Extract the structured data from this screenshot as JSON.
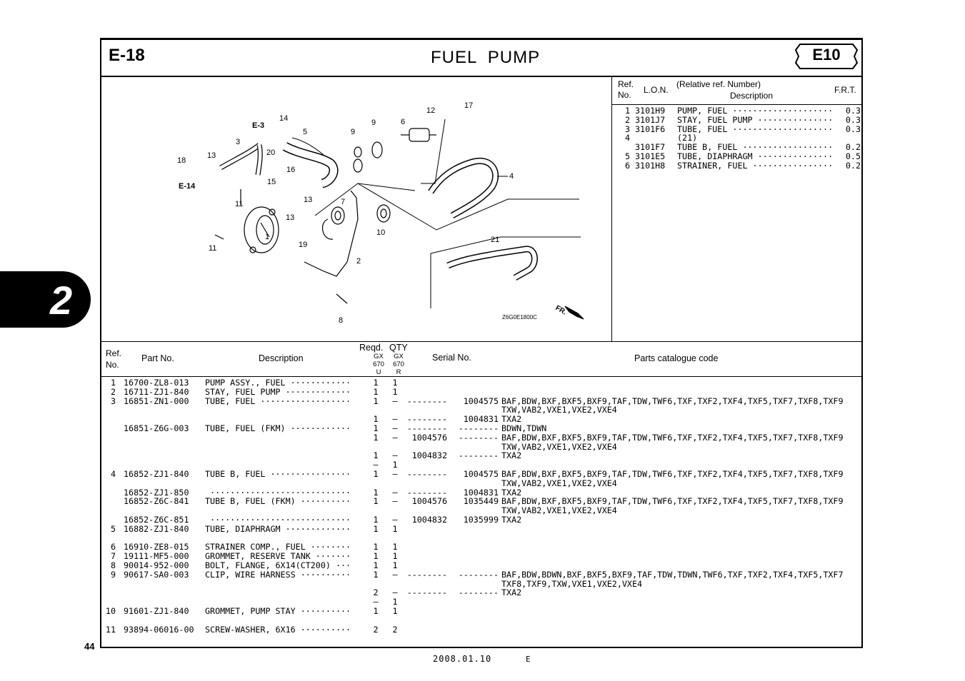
{
  "header": {
    "page_code": "E-18",
    "title": "FUEL  PUMP",
    "section": "E10"
  },
  "side_tab": "2",
  "page_number": "44",
  "footer": {
    "date": "2008.01.10",
    "code": "E"
  },
  "diagram": {
    "image_code": "Z6G0E1800C",
    "direction_label": "FR.",
    "ref_labels": {
      "e3": "E-3",
      "e14": "E-14"
    },
    "callouts": [
      "1",
      "2",
      "3",
      "4",
      "5",
      "6",
      "7",
      "8",
      "9",
      "9",
      "10",
      "11",
      "11",
      "12",
      "13",
      "13",
      "13",
      "14",
      "15",
      "16",
      "17",
      "18",
      "19",
      "20",
      "21"
    ]
  },
  "frt_table": {
    "headers": {
      "ref_no": "Ref.\nNo.",
      "lon": "L.O.N.",
      "relative": "(Relative ref. Number)",
      "description": "Description",
      "frt": "F.R.T."
    },
    "rows": [
      {
        "ref": "1",
        "lon": "3101H9",
        "desc": "PUMP, FUEL ····················",
        "frt": "0.3"
      },
      {
        "ref": "2",
        "lon": "3101J7",
        "desc": "STAY, FUEL PUMP ···············",
        "frt": "0.3"
      },
      {
        "ref": "3",
        "lon": "3101F6",
        "desc": "TUBE, FUEL ····················",
        "frt": "0.3"
      },
      {
        "ref": "4",
        "lon": "",
        "desc": "(21)",
        "frt": ""
      },
      {
        "ref": "",
        "lon": "3101F7",
        "desc": "TUBE B, FUEL ··················",
        "frt": "0.2"
      },
      {
        "ref": "5",
        "lon": "3101E5",
        "desc": "TUBE, DIAPHRAGM ···············",
        "frt": "0.5"
      },
      {
        "ref": "6",
        "lon": "3101H8",
        "desc": "STRAINER, FUEL ················",
        "frt": "0.2"
      }
    ]
  },
  "parts_table": {
    "headers": {
      "ref_no": "Ref.\nNo.",
      "part_no": "Part  No.",
      "description": "Description",
      "reqd": "Reqd.",
      "qty": "QTY",
      "col_u": "GX\n670\nU",
      "col_r": "GX\n670\nR",
      "serial": "Serial  No.",
      "catalogue": "Parts  catalogue  code"
    },
    "rows": [
      {
        "ref": "1",
        "part": "16700-ZL8-013",
        "desc": "PUMP ASSY., FUEL ············",
        "u": "1",
        "r": "1",
        "s1": "",
        "s2": "",
        "codes": ""
      },
      {
        "ref": "2",
        "part": "16711-ZJ1-840",
        "desc": "STAY, FUEL PUMP ·············",
        "u": "1",
        "r": "1",
        "s1": "",
        "s2": "",
        "codes": ""
      },
      {
        "ref": "3",
        "part": "16851-ZN1-000",
        "desc": "TUBE, FUEL ··················",
        "u": "1",
        "r": "–",
        "s1": "--------",
        "s2": "1004575",
        "codes": "BAF,BDW,BXF,BXF5,BXF9,TAF,TDW,TWF6,TXF,TXF2,TXF4,TXF5,TXF7,TXF8,TXF9"
      },
      {
        "ref": "",
        "part": "",
        "desc": "",
        "u": "",
        "r": "",
        "s1": "",
        "s2": "",
        "codes": "TXW,VAB2,VXE1,VXE2,VXE4"
      },
      {
        "ref": "",
        "part": "",
        "desc": "",
        "u": "1",
        "r": "–",
        "s1": "--------",
        "s2": "1004831",
        "codes": "TXA2"
      },
      {
        "ref": "",
        "part": "16851-Z6G-003",
        "desc": "TUBE, FUEL (FKM) ············",
        "u": "1",
        "r": "–",
        "s1": "--------",
        "s2": "--------",
        "codes": "BDWN,TDWN"
      },
      {
        "ref": "",
        "part": "",
        "desc": "",
        "u": "1",
        "r": "–",
        "s1": "1004576",
        "s2": "--------",
        "codes": "BAF,BDW,BXF,BXF5,BXF9,TAF,TDW,TWF6,TXF,TXF2,TXF4,TXF5,TXF7,TXF8,TXF9"
      },
      {
        "ref": "",
        "part": "",
        "desc": "",
        "u": "",
        "r": "",
        "s1": "",
        "s2": "",
        "codes": "TXW,VAB2,VXE1,VXE2,VXE4"
      },
      {
        "ref": "",
        "part": "",
        "desc": "",
        "u": "1",
        "r": "–",
        "s1": "1004832",
        "s2": "--------",
        "codes": "TXA2"
      },
      {
        "ref": "",
        "part": "",
        "desc": "",
        "u": "–",
        "r": "1",
        "s1": "",
        "s2": "",
        "codes": ""
      },
      {
        "ref": "4",
        "part": "16852-ZJ1-840",
        "desc": "TUBE B, FUEL ················",
        "u": "1",
        "r": "–",
        "s1": "--------",
        "s2": "1004575",
        "codes": "BAF,BDW,BXF,BXF5,BXF9,TAF,TDW,TWF6,TXF,TXF2,TXF4,TXF5,TXF7,TXF8,TXF9"
      },
      {
        "ref": "",
        "part": "",
        "desc": "",
        "u": "",
        "r": "",
        "s1": "",
        "s2": "",
        "codes": "TXW,VAB2,VXE1,VXE2,VXE4"
      },
      {
        "ref": "",
        "part": "16852-ZJ1-850",
        "desc": " ····························",
        "u": "1",
        "r": "–",
        "s1": "--------",
        "s2": "1004831",
        "codes": "TXA2"
      },
      {
        "ref": "",
        "part": "16852-Z6C-841",
        "desc": "TUBE B, FUEL (FKM) ··········",
        "u": "1",
        "r": "–",
        "s1": "1004576",
        "s2": "1035449",
        "codes": "BAF,BDW,BXF,BXF5,BXF9,TAF,TDW,TWF6,TXF,TXF2,TXF4,TXF5,TXF7,TXF8,TXF9"
      },
      {
        "ref": "",
        "part": "",
        "desc": "",
        "u": "",
        "r": "",
        "s1": "",
        "s2": "",
        "codes": "TXW,VAB2,VXE1,VXE2,VXE4"
      },
      {
        "ref": "",
        "part": "16852-Z6C-851",
        "desc": " ····························",
        "u": "1",
        "r": "–",
        "s1": "1004832",
        "s2": "1035999",
        "codes": "TXA2"
      },
      {
        "ref": "5",
        "part": "16882-ZJ1-840",
        "desc": "TUBE, DIAPHRAGM ·············",
        "u": "1",
        "r": "1",
        "s1": "",
        "s2": "",
        "codes": ""
      },
      {
        "ref": "",
        "part": "",
        "desc": "",
        "u": "",
        "r": "",
        "s1": "",
        "s2": "",
        "codes": ""
      },
      {
        "ref": "6",
        "part": "16910-ZE8-015",
        "desc": "STRAINER COMP., FUEL ········",
        "u": "1",
        "r": "1",
        "s1": "",
        "s2": "",
        "codes": ""
      },
      {
        "ref": "7",
        "part": "19111-MF5-000",
        "desc": "GROMMET, RESERVE TANK ·······",
        "u": "1",
        "r": "1",
        "s1": "",
        "s2": "",
        "codes": ""
      },
      {
        "ref": "8",
        "part": "90014-952-000",
        "desc": "BOLT, FLANGE, 6X14(CT200) ···",
        "u": "1",
        "r": "1",
        "s1": "",
        "s2": "",
        "codes": ""
      },
      {
        "ref": "9",
        "part": "90617-SA0-003",
        "desc": "CLIP, WIRE HARNESS ··········",
        "u": "1",
        "r": "–",
        "s1": "--------",
        "s2": "--------",
        "codes": "BAF,BDW,BDWN,BXF,BXF5,BXF9,TAF,TDW,TDWN,TWF6,TXF,TXF2,TXF4,TXF5,TXF7"
      },
      {
        "ref": "",
        "part": "",
        "desc": "",
        "u": "",
        "r": "",
        "s1": "",
        "s2": "",
        "codes": "TXF8,TXF9,TXW,VXE1,VXE2,VXE4"
      },
      {
        "ref": "",
        "part": "",
        "desc": "",
        "u": "2",
        "r": "–",
        "s1": "--------",
        "s2": "--------",
        "codes": "TXA2"
      },
      {
        "ref": "",
        "part": "",
        "desc": "",
        "u": "–",
        "r": "1",
        "s1": "",
        "s2": "",
        "codes": ""
      },
      {
        "ref": "10",
        "part": "91601-ZJ1-840",
        "desc": "GROMMET, PUMP STAY ··········",
        "u": "1",
        "r": "1",
        "s1": "",
        "s2": "",
        "codes": ""
      },
      {
        "ref": "",
        "part": "",
        "desc": "",
        "u": "",
        "r": "",
        "s1": "",
        "s2": "",
        "codes": ""
      },
      {
        "ref": "11",
        "part": "93894-06016-00",
        "desc": "SCREW-WASHER, 6X16 ··········",
        "u": "2",
        "r": "2",
        "s1": "",
        "s2": "",
        "codes": ""
      }
    ]
  }
}
